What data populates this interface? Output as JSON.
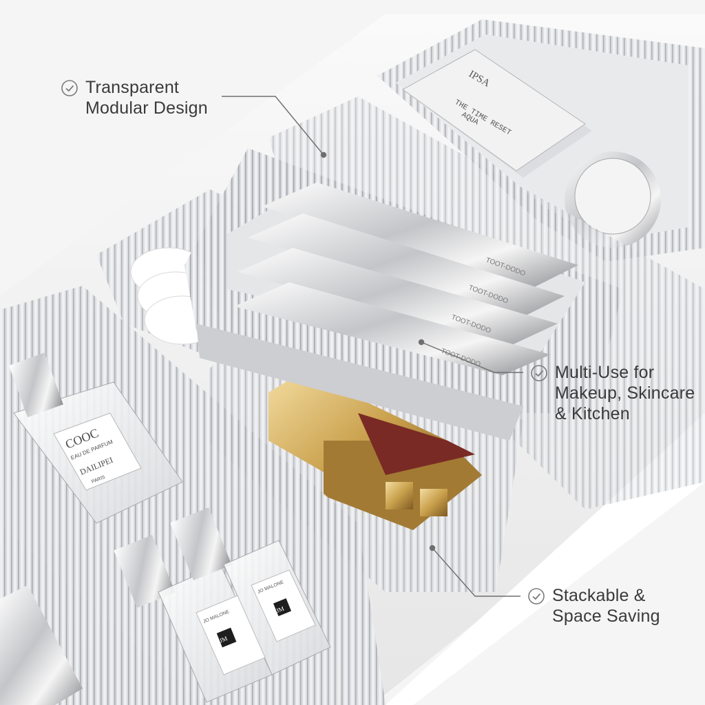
{
  "callouts": [
    {
      "icon": "check-circle-icon",
      "text": "Transparent\nModular Design"
    },
    {
      "icon": "check-circle-icon",
      "text": "Multi-Use for\nMakeup, Skincare\n& Kitchen"
    },
    {
      "icon": "check-circle-icon",
      "text": "Stackable &\nSpace Saving"
    }
  ],
  "product_labels": {
    "perfume_brand": "COOC",
    "perfume_line": "EAU DE PARFUM",
    "perfume_name": "DAILIPEI",
    "perfume_sub": "PARIS",
    "lipstick_brand": "TOOT-DODO",
    "sachet_brand": "IPSA",
    "sachet_line1": "THE TIME RESET",
    "sachet_line2": "AQUA",
    "cologne_brand": "JO MALONE",
    "cologne_logo": "JM"
  },
  "colors": {
    "background": "#f4f4f4",
    "callout_text": "#3a3a3a",
    "leader_line": "#6e6e6e",
    "acrylic": "#c7c8cc",
    "gold": "#c9a04c"
  }
}
